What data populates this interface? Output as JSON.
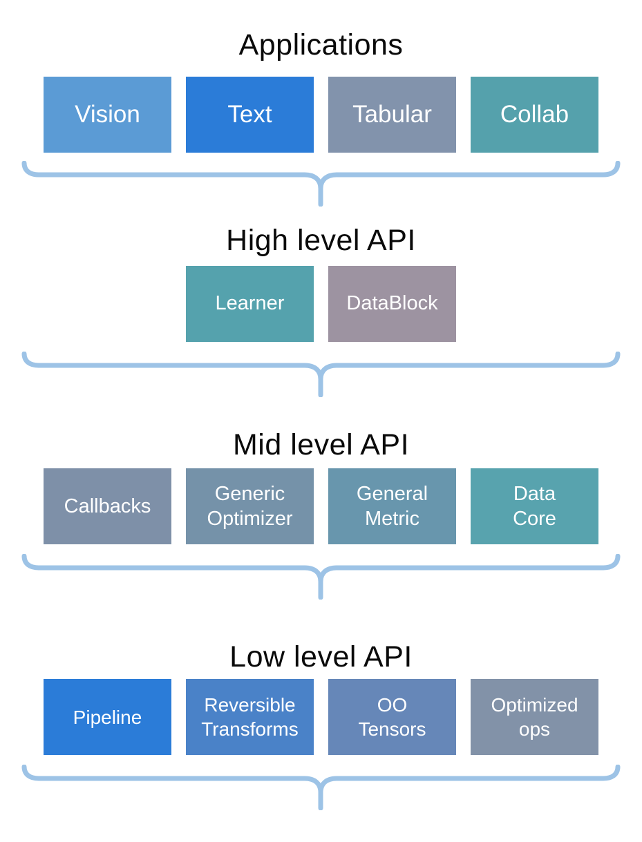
{
  "diagram": {
    "title_color": "#0a0a0a",
    "box_text_color": "#ffffff",
    "background_color": "#ffffff"
  },
  "brace": {
    "color": "#9DC3E6"
  },
  "sections": [
    {
      "title": "Applications",
      "boxes": [
        {
          "label": "Vision",
          "color": "#5B9BD5"
        },
        {
          "label": "Text",
          "color": "#2B7CD8"
        },
        {
          "label": "Tabular",
          "color": "#8293AC"
        },
        {
          "label": "Collab",
          "color": "#55A1AC"
        }
      ]
    },
    {
      "title": "High level API",
      "boxes": [
        {
          "label": "Learner",
          "color": "#55A2AD"
        },
        {
          "label": "DataBlock",
          "color": "#9D93A1"
        }
      ]
    },
    {
      "title": "Mid level API",
      "boxes": [
        {
          "label": "Callbacks",
          "color": "#7E90A8"
        },
        {
          "label": "Generic\nOptimizer",
          "color": "#7592A9"
        },
        {
          "label": "General\nMetric",
          "color": "#6896AD"
        },
        {
          "label": "Data\nCore",
          "color": "#58A3AE"
        }
      ]
    },
    {
      "title": "Low level API",
      "boxes": [
        {
          "label": "Pipeline",
          "color": "#2B7CD8"
        },
        {
          "label": "Reversible\nTransforms",
          "color": "#4A82C8"
        },
        {
          "label": "OO\nTensors",
          "color": "#6687B8"
        },
        {
          "label": "Optimized\nops",
          "color": "#8292A8"
        }
      ]
    }
  ]
}
